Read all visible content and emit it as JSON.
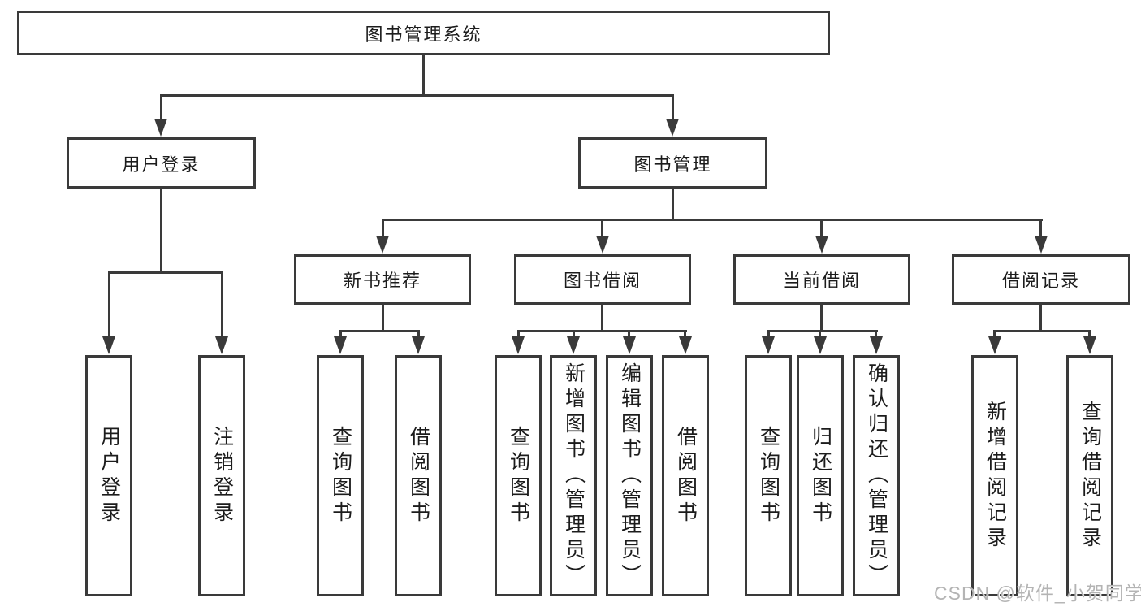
{
  "diagram_title": "图书管理系统",
  "nodes": {
    "root": "图书管理系统",
    "user_login": "用户登录",
    "book_mgmt": "图书管理",
    "new_books": "新书推荐",
    "book_borrow": "图书借阅",
    "current_borrow": "当前借阅",
    "borrow_records": "借阅记录",
    "user_login_children": [
      "用户登录",
      "注销登录"
    ],
    "new_books_children": [
      "查询图书",
      "借阅图书"
    ],
    "book_borrow_children": [
      "查询图书",
      "新增图书（管理员）",
      "编辑图书（管理员）",
      "借阅图书"
    ],
    "current_borrow_children": [
      "查询图书",
      "归还图书",
      "确认归还（管理员）"
    ],
    "borrow_records_children": [
      "新增借阅记录",
      "查询借阅记录"
    ]
  },
  "watermark": "CSDN @软件_小贺同学",
  "colors": {
    "line": "#3a3a3a",
    "text": "#1c1c1c",
    "background": "#ffffff",
    "watermark": "#b4b4b4"
  }
}
